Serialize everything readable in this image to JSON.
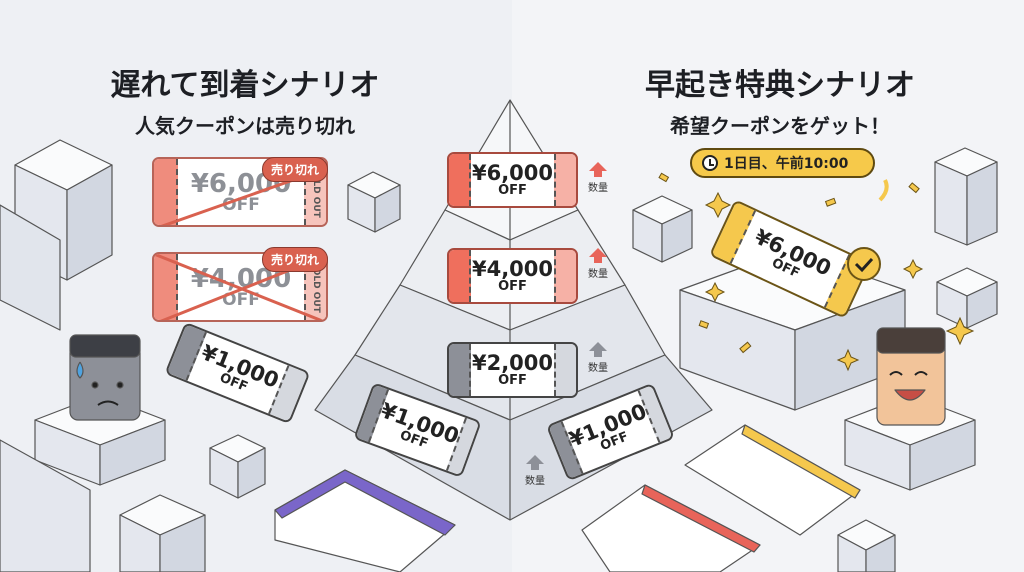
{
  "left": {
    "title": "遅れて到着シナリオ",
    "subtitle": "人気クーポンは売り切れ",
    "sold_out": [
      {
        "amount": "¥6,000",
        "off": "OFF",
        "badge": "売り切れ",
        "stamp": "SOLD OUT"
      },
      {
        "amount": "¥4,000",
        "off": "OFF",
        "badge": "売り切れ",
        "stamp": "SOLD OUT"
      }
    ],
    "remaining": {
      "amount": "¥1,000",
      "off": "OFF"
    }
  },
  "right": {
    "title": "早起き特典シナリオ",
    "subtitle": "希望クーポンをゲット！",
    "time": "1日目、午前10:00",
    "coupon": {
      "amount": "¥6,000",
      "off": "OFF"
    }
  },
  "pyramid": {
    "tiers": [
      {
        "amount": "¥6,000",
        "off": "OFF",
        "qty": "数量"
      },
      {
        "amount": "¥4,000",
        "off": "OFF",
        "qty": "数量"
      },
      {
        "amount": "¥2,000",
        "off": "OFF",
        "qty": "数量"
      },
      {
        "amount": "¥1,000",
        "off": "OFF",
        "qty": "数量"
      }
    ]
  },
  "colors": {
    "red": "#ef6f5d",
    "gold": "#f5c84d",
    "gray": "#8d9098",
    "purple": "#7a66c9"
  }
}
